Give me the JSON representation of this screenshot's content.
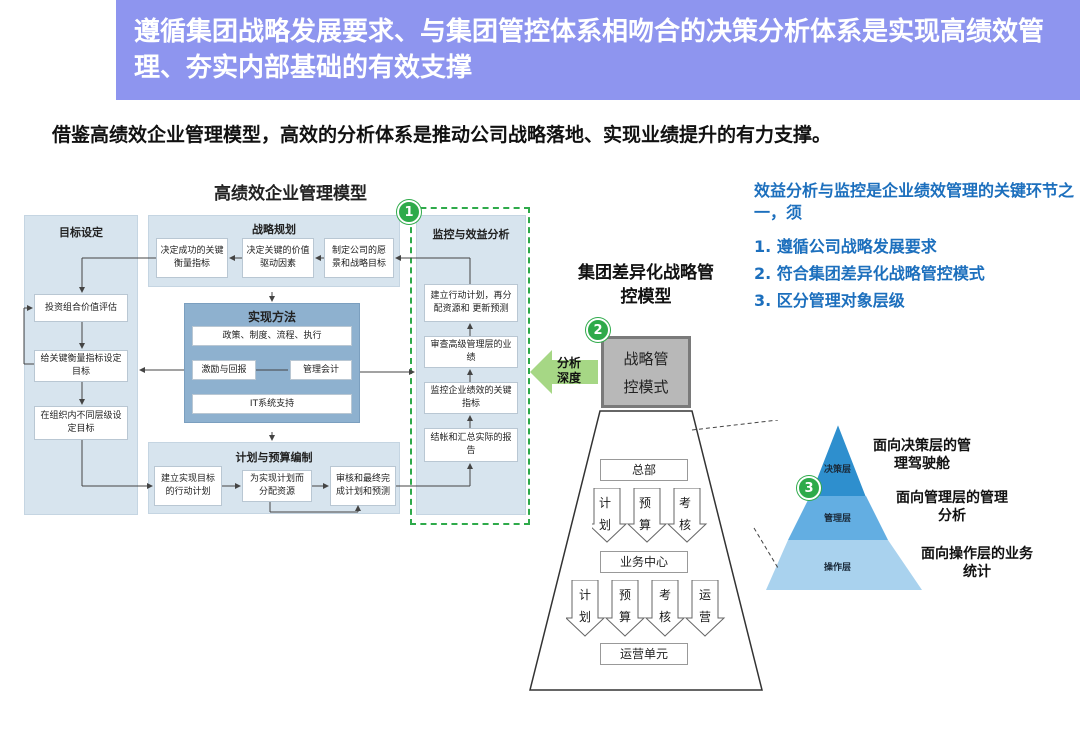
{
  "header": {
    "title": "遵循集团战略发展要求、与集团管控体系相吻合的决策分析体系是实现高绩效管理、夯实内部基础的有效支撑"
  },
  "subtitle": "借鉴高绩效企业管理模型，高效的分析体系是推动公司战略落地、实现业绩提升的有力支撑。",
  "model": {
    "title": "高绩效企业管理模型",
    "goal": {
      "title": "目标设定",
      "items": [
        "投资组合价值评估",
        "给关键衡量指标设定目标",
        "在组织内不同层级设定目标"
      ]
    },
    "strategy": {
      "title": "战略规划",
      "items": [
        "决定成功的关键衡量指标",
        "决定关键的价值驱动因素",
        "制定公司的愿景和战略目标"
      ]
    },
    "method": {
      "title": "实现方法",
      "policy": "政策、制度、流程、执行",
      "incentive": "激励与回报",
      "accounting": "管理会计",
      "it": "IT系统支持"
    },
    "budget": {
      "title": "计划与预算编制",
      "items": [
        "建立实现目标的行动计划",
        "为实现计划而分配资源",
        "审核和最终完成计划和预测"
      ]
    },
    "monitor": {
      "title": "监控与效益分析",
      "items": [
        "建立行动计划，再分配资源和 更新预测",
        "审查高级管理层的业绩",
        "监控企业绩效的关键指标",
        "结帐和汇总实际的报告"
      ]
    }
  },
  "badges": [
    "1",
    "2",
    "3"
  ],
  "analysis_arrow": "分析深度",
  "group_model": {
    "title": "集团差异化战略管控模型",
    "control_box": "战略管控模式",
    "hq": "总部",
    "hq_items": [
      "计划",
      "预算",
      "考核"
    ],
    "center": "业务中心",
    "center_items": [
      "计划",
      "预算",
      "考核",
      "运营"
    ],
    "unit": "运营单元"
  },
  "right": {
    "heading": "效益分析与监控是企业绩效管理的关键环节之一，须",
    "items": [
      "1. 遵循公司战略发展要求",
      "2. 符合集团差异化战略管控模式",
      "3. 区分管理对象层级"
    ]
  },
  "pyramid": {
    "layers": [
      "决策层",
      "管理层",
      "操作层"
    ],
    "labels": [
      "面向决策层的管理驾驶舱",
      "面向管理层的管理分析",
      "面向操作层的业务统计"
    ]
  },
  "colors": {
    "banner": "#8e95ef",
    "accent_blue": "#1c6fbd",
    "green": "#2eaa4a",
    "panel": "#d7e4ee"
  }
}
